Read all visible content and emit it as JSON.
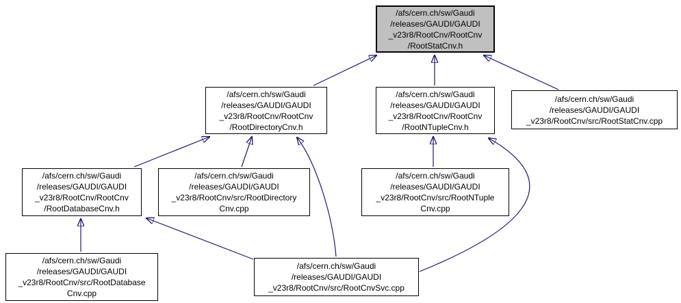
{
  "diagram": {
    "type": "include-dependency-graph",
    "colors": {
      "background": "#ffffff",
      "edge": "#191970",
      "node_border": "#000000",
      "node_fill": "#ffffff",
      "highlighted_node_fill": "#c0c0c0"
    },
    "nodes": [
      {
        "id": "rootstatcnv-h",
        "highlighted": true,
        "label": "/afs/cern.ch/sw/Gaudi\n/releases/GAUDI/GAUDI\n_v23r8/RootCnv/RootCnv\n/RootStatCnv.h"
      },
      {
        "id": "rootdirectorycnv-h",
        "highlighted": false,
        "label": "/afs/cern.ch/sw/Gaudi\n/releases/GAUDI/GAUDI\n_v23r8/RootCnv/RootCnv\n/RootDirectoryCnv.h"
      },
      {
        "id": "rootntuplecnv-h",
        "highlighted": false,
        "label": "/afs/cern.ch/sw/Gaudi\n/releases/GAUDI/GAUDI\n_v23r8/RootCnv/RootCnv\n/RootNTupleCnv.h"
      },
      {
        "id": "rootstatcnv-cpp",
        "highlighted": false,
        "label": "/afs/cern.ch/sw/Gaudi\n/releases/GAUDI/GAUDI\n_v23r8/RootCnv/src/RootStatCnv.cpp"
      },
      {
        "id": "rootdatabasecnv-h",
        "highlighted": false,
        "label": "/afs/cern.ch/sw/Gaudi\n/releases/GAUDI/GAUDI\n_v23r8/RootCnv/RootCnv\n/RootDatabaseCnv.h"
      },
      {
        "id": "rootdirectorycnv-cpp",
        "highlighted": false,
        "label": "/afs/cern.ch/sw/Gaudi\n/releases/GAUDI/GAUDI\n_v23r8/RootCnv/src/RootDirectory\nCnv.cpp"
      },
      {
        "id": "rootntuplecnv-cpp",
        "highlighted": false,
        "label": "/afs/cern.ch/sw/Gaudi\n/releases/GAUDI/GAUDI\n_v23r8/RootCnv/src/RootNTuple\nCnv.cpp"
      },
      {
        "id": "rootdatabasecnv-cpp",
        "highlighted": false,
        "label": "/afs/cern.ch/sw/Gaudi\n/releases/GAUDI/GAUDI\n_v23r8/RootCnv/src/RootDatabase\nCnv.cpp"
      },
      {
        "id": "rootcnvsvc-cpp",
        "highlighted": false,
        "label": "/afs/cern.ch/sw/Gaudi\n/releases/GAUDI/GAUDI\n_v23r8/RootCnv/src/RootCnvSvc.cpp"
      }
    ],
    "edges": [
      {
        "from": "rootdirectorycnv-h",
        "to": "rootstatcnv-h"
      },
      {
        "from": "rootntuplecnv-h",
        "to": "rootstatcnv-h"
      },
      {
        "from": "rootstatcnv-cpp",
        "to": "rootstatcnv-h"
      },
      {
        "from": "rootdatabasecnv-h",
        "to": "rootdirectorycnv-h"
      },
      {
        "from": "rootdirectorycnv-cpp",
        "to": "rootdirectorycnv-h"
      },
      {
        "from": "rootcnvsvc-cpp",
        "to": "rootdirectorycnv-h"
      },
      {
        "from": "rootntuplecnv-cpp",
        "to": "rootntuplecnv-h"
      },
      {
        "from": "rootcnvsvc-cpp",
        "to": "rootntuplecnv-h"
      },
      {
        "from": "rootdatabasecnv-cpp",
        "to": "rootdatabasecnv-h"
      },
      {
        "from": "rootcnvsvc-cpp",
        "to": "rootdatabasecnv-h"
      }
    ]
  }
}
